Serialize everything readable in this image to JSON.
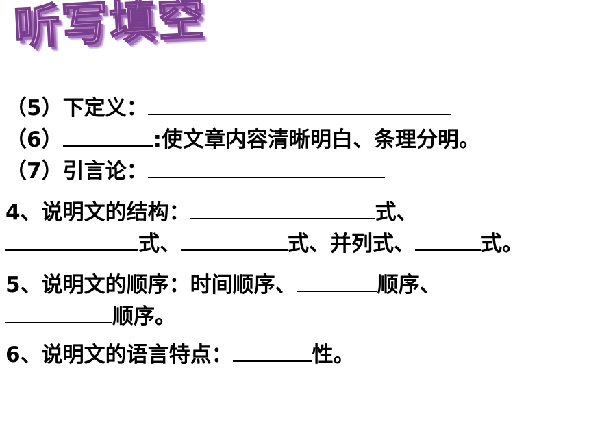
{
  "title": "听写填空",
  "lines": [
    {
      "id": "l5",
      "parts": [
        "（5）下定义：",
        ""
      ]
    },
    {
      "id": "l6",
      "parts": [
        "（6）",
        ":使文章内容清晰明白、条理分明。"
      ]
    },
    {
      "id": "l7",
      "parts": [
        "（7）引言论：",
        ""
      ]
    },
    {
      "id": "l8",
      "parts": [
        "4、说明文的结构：",
        "式、"
      ]
    },
    {
      "id": "l9",
      "parts": [
        "",
        "式、",
        "式、并列式、",
        "式。"
      ]
    },
    {
      "id": "l10",
      "parts": [
        "5、说明文的顺序：时间顺序、",
        "顺序、"
      ]
    },
    {
      "id": "l11",
      "parts": [
        "",
        "顺序。"
      ]
    },
    {
      "id": "l12",
      "parts": [
        "6、说明文的语言特点：",
        "性。"
      ]
    }
  ]
}
